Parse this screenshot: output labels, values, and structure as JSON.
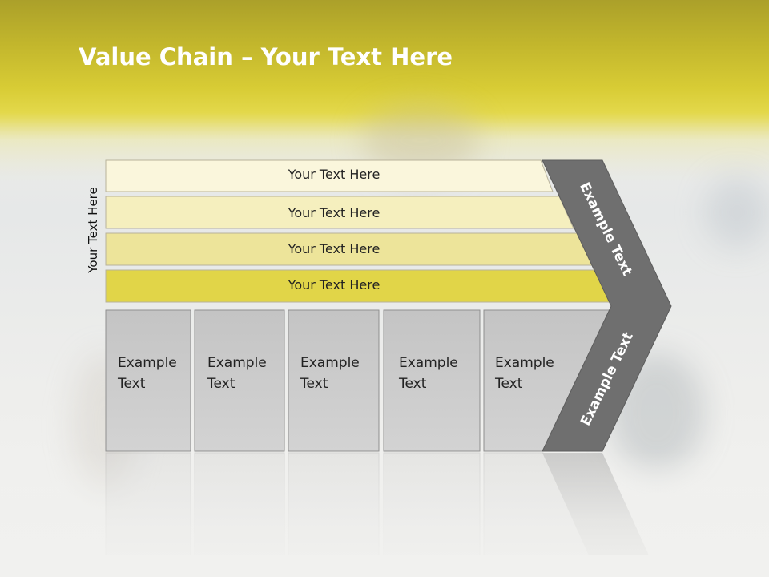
{
  "title": {
    "bold": "Value Chain",
    "rest": " – Your Text Here"
  },
  "side_label": "Your Text Here",
  "bars": [
    {
      "label": "Your Text Here",
      "color": "#faf6dc"
    },
    {
      "label": "Your Text Here",
      "color": "#f5efbe"
    },
    {
      "label": "Your Text Here",
      "color": "#ede49a"
    },
    {
      "label": "Your Text Here",
      "color": "#e1d548"
    }
  ],
  "boxes": [
    {
      "line1": "Example",
      "line2": "Text"
    },
    {
      "line1": "Example",
      "line2": "Text"
    },
    {
      "line1": "Example",
      "line2": "Text"
    },
    {
      "line1": "Example",
      "line2": "Text"
    },
    {
      "line1": "Example",
      "line2": "Text"
    }
  ],
  "chevron": {
    "upper_label": "Example Text",
    "lower_label": "Example Text",
    "color": "#6f6f6f"
  },
  "colors": {
    "title": "#ffffff",
    "box_fill": "#c9c9c9",
    "box_border": "#8f8f8f",
    "header_band": "#c2b62c"
  }
}
